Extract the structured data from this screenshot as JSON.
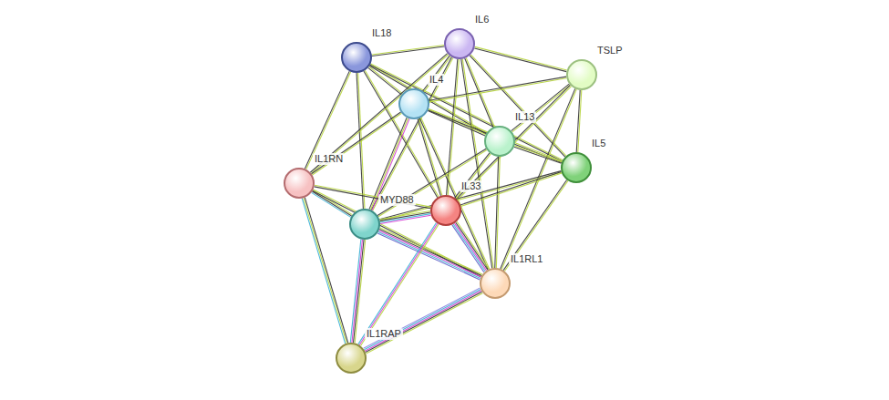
{
  "diagram": {
    "nodes": [
      {
        "text": [
          "IL18"
        ]
      },
      {
        "text": [
          "IL6"
        ]
      },
      {
        "text": [
          "TSLP"
        ]
      },
      {
        "text": [
          "IL4"
        ]
      },
      {
        "text": [
          "IL13"
        ]
      },
      {
        "text": [
          "IL5"
        ]
      },
      {
        "text": [
          "IL1RN"
        ]
      },
      {
        "text": [
          "MYD88"
        ]
      },
      {
        "text": [
          "IL33"
        ]
      },
      {
        "text": [
          "IL1RL1"
        ]
      },
      {
        "text": [
          "IL1RAP"
        ]
      }
    ],
    "edges": [
      {
        "from": 0,
        "to": 1,
        "arrow": "none"
      },
      {
        "from": 0,
        "to": 3,
        "arrow": "none"
      },
      {
        "from": 0,
        "to": 4,
        "arrow": "none"
      },
      {
        "from": 0,
        "to": 5,
        "arrow": "none"
      },
      {
        "from": 0,
        "to": 6,
        "arrow": "none"
      },
      {
        "from": 0,
        "to": 7,
        "arrow": "none"
      },
      {
        "from": 0,
        "to": 8,
        "arrow": "none"
      },
      {
        "from": 1,
        "to": 2,
        "arrow": "none"
      },
      {
        "from": 1,
        "to": 3,
        "arrow": "none"
      },
      {
        "from": 1,
        "to": 4,
        "arrow": "none"
      },
      {
        "from": 1,
        "to": 5,
        "arrow": "none"
      },
      {
        "from": 1,
        "to": 6,
        "arrow": "none"
      },
      {
        "from": 1,
        "to": 7,
        "arrow": "none"
      },
      {
        "from": 1,
        "to": 8,
        "arrow": "none"
      },
      {
        "from": 1,
        "to": 9,
        "arrow": "none"
      },
      {
        "from": 2,
        "to": 3,
        "arrow": "none"
      },
      {
        "from": 2,
        "to": 4,
        "arrow": "none"
      },
      {
        "from": 2,
        "to": 5,
        "arrow": "none"
      },
      {
        "from": 2,
        "to": 8,
        "arrow": "none"
      },
      {
        "from": 2,
        "to": 9,
        "arrow": "none"
      },
      {
        "from": 3,
        "to": 4,
        "arrow": "none"
      },
      {
        "from": 3,
        "to": 5,
        "arrow": "none"
      },
      {
        "from": 3,
        "to": 6,
        "arrow": "none"
      },
      {
        "from": 3,
        "to": 7,
        "arrow": "none"
      },
      {
        "from": 3,
        "to": 8,
        "arrow": "none"
      },
      {
        "from": 3,
        "to": 9,
        "arrow": "none"
      },
      {
        "from": 4,
        "to": 5,
        "arrow": "none"
      },
      {
        "from": 4,
        "to": 7,
        "arrow": "none"
      },
      {
        "from": 4,
        "to": 8,
        "arrow": "none"
      },
      {
        "from": 4,
        "to": 9,
        "arrow": "none"
      },
      {
        "from": 5,
        "to": 7,
        "arrow": "none"
      },
      {
        "from": 5,
        "to": 8,
        "arrow": "none"
      },
      {
        "from": 5,
        "to": 9,
        "arrow": "none"
      },
      {
        "from": 6,
        "to": 7,
        "arrow": "none"
      },
      {
        "from": 6,
        "to": 8,
        "arrow": "none"
      },
      {
        "from": 6,
        "to": 9,
        "arrow": "none"
      },
      {
        "from": 6,
        "to": 10,
        "arrow": "none"
      },
      {
        "from": 7,
        "to": 8,
        "arrow": "none"
      },
      {
        "from": 7,
        "to": 9,
        "arrow": "none"
      },
      {
        "from": 7,
        "to": 10,
        "arrow": "none"
      },
      {
        "from": 8,
        "to": 9,
        "arrow": "none"
      },
      {
        "from": 8,
        "to": 10,
        "arrow": "none"
      },
      {
        "from": 9,
        "to": 10,
        "arrow": "none"
      }
    ]
  }
}
